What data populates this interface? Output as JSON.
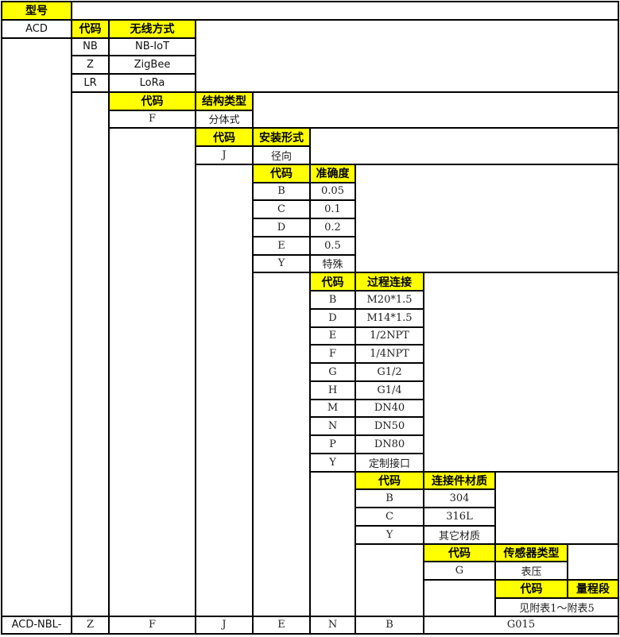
{
  "header": {
    "model_label": "型号"
  },
  "prefix": "ACD",
  "code_label": "代码",
  "wireless": {
    "title": "无线方式",
    "options": [
      {
        "code": "NB",
        "name": "NB-IoT"
      },
      {
        "code": "Z",
        "name": "ZigBee"
      },
      {
        "code": "LR",
        "name": "LoRa"
      }
    ]
  },
  "structure": {
    "title": "结构类型",
    "options": [
      {
        "code": "F",
        "name": "分体式"
      }
    ]
  },
  "installation": {
    "title": "安装形式",
    "options": [
      {
        "code": "J",
        "name": "径向"
      }
    ]
  },
  "accuracy": {
    "title": "准确度",
    "options": [
      {
        "code": "B",
        "name": "0.05"
      },
      {
        "code": "C",
        "name": "0.1"
      },
      {
        "code": "D",
        "name": "0.2"
      },
      {
        "code": "E",
        "name": "0.5"
      },
      {
        "code": "Y",
        "name": "特殊"
      }
    ]
  },
  "process_connection": {
    "title": "过程连接",
    "options": [
      {
        "code": "B",
        "name": "M20*1.5"
      },
      {
        "code": "D",
        "name": "M14*1.5"
      },
      {
        "code": "E",
        "name": "1/2NPT"
      },
      {
        "code": "F",
        "name": "1/4NPT"
      },
      {
        "code": "G",
        "name": "G1/2"
      },
      {
        "code": "H",
        "name": "G1/4"
      },
      {
        "code": "M",
        "name": "DN40"
      },
      {
        "code": "N",
        "name": "DN50"
      },
      {
        "code": "P",
        "name": "DN80"
      },
      {
        "code": "Y",
        "name": "定制接口"
      }
    ]
  },
  "connector_material": {
    "title": "连接件材质",
    "options": [
      {
        "code": "B",
        "name": "304"
      },
      {
        "code": "C",
        "name": "316L"
      },
      {
        "code": "Y",
        "name": "其它材质"
      }
    ]
  },
  "sensor_type": {
    "title": "传感器类型",
    "options": [
      {
        "code": "G",
        "name": "表压"
      }
    ]
  },
  "range": {
    "title": "量程段",
    "note": "见附表1～附表5"
  },
  "example": {
    "cells": [
      "ACD-NBL-",
      "Z",
      "F",
      "J",
      "E",
      "N",
      "B",
      "G015"
    ]
  },
  "colors": {
    "header_bg": "#FFFF00",
    "border": "#000000"
  }
}
